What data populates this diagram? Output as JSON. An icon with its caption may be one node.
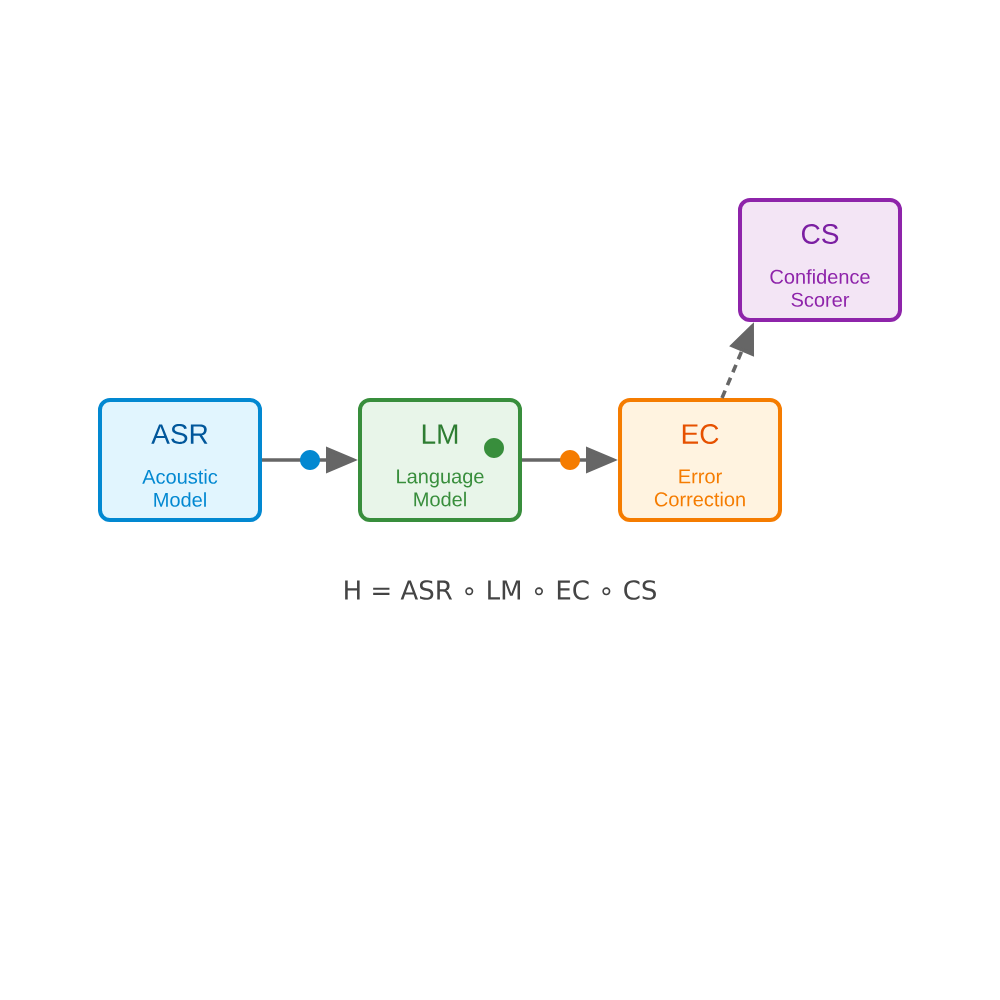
{
  "diagram": {
    "nodes": [
      {
        "text": [
          "ASR",
          "Acoustic Model"
        ]
      },
      {
        "text": [
          "LM",
          "Language Model"
        ]
      },
      {
        "text": [
          "EC",
          "Error Correction"
        ]
      },
      {
        "text": [
          "CS",
          "Confidence Scorer"
        ]
      }
    ],
    "edges": [
      {
        "from": 0,
        "to": 1,
        "arrow": "to"
      },
      {
        "from": 1,
        "to": 2,
        "arrow": "to"
      },
      {
        "from": 2,
        "to": 3,
        "arrow": "to",
        "style": "dashed"
      }
    ],
    "labels": [
      "H = ASR ∘ LM ∘ EC ∘ CS"
    ]
  }
}
